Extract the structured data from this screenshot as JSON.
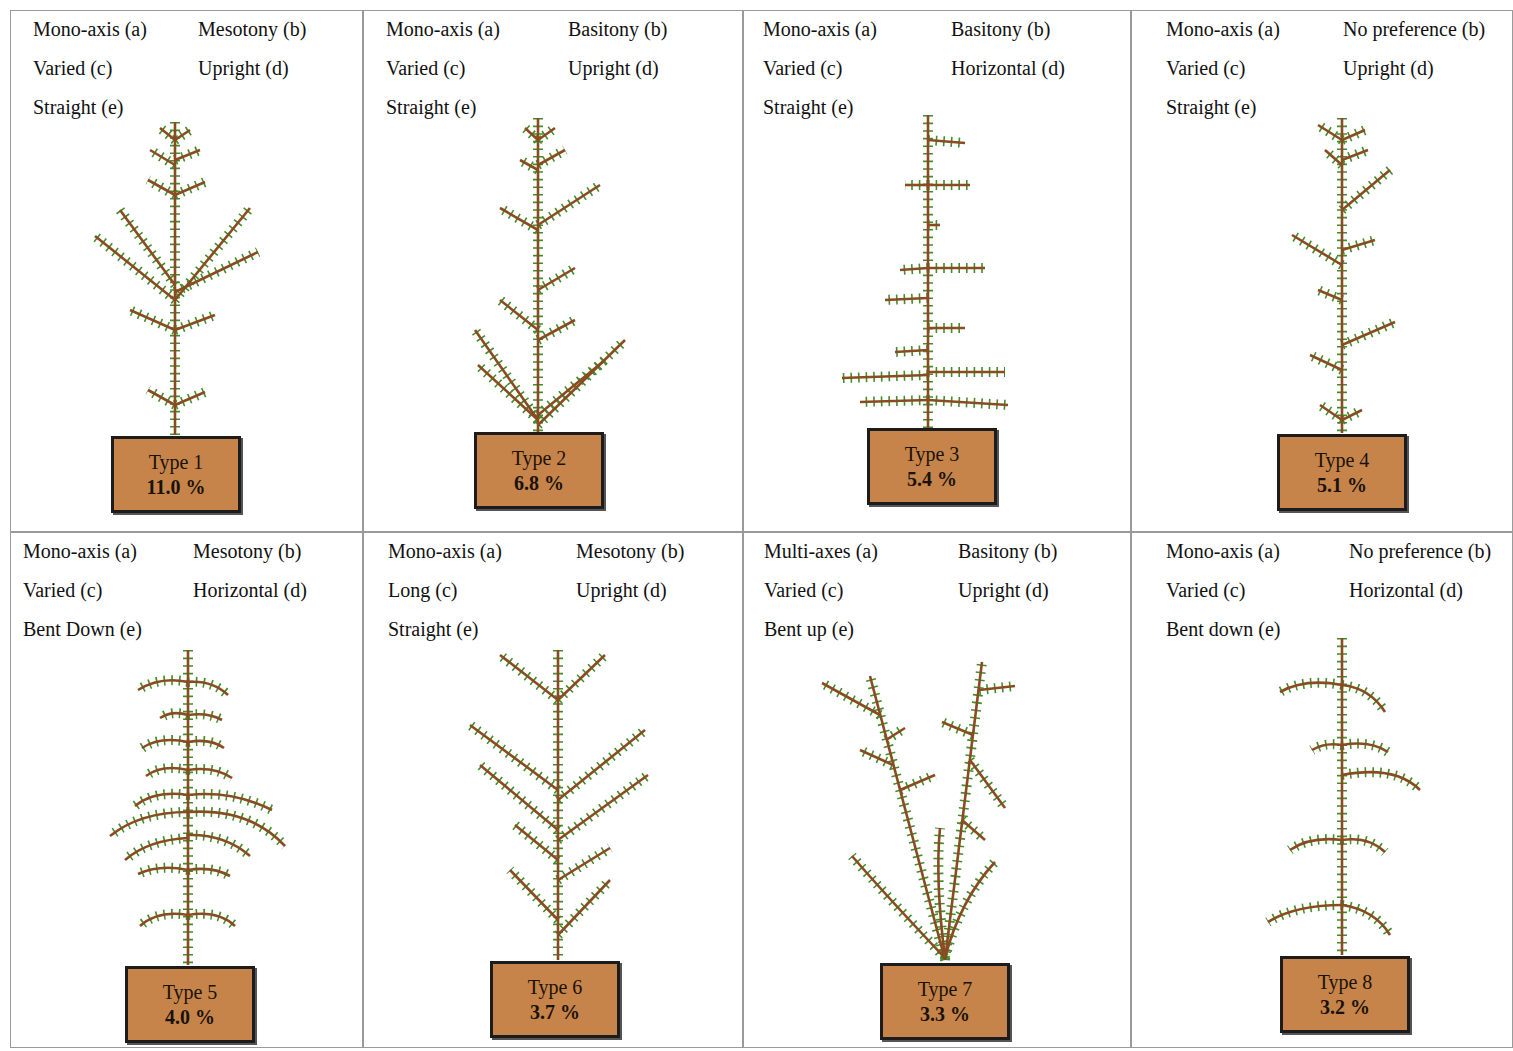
{
  "diagram": {
    "nodes": [
      {
        "text": [
          "Mono-axis (a)",
          "Mesotony (b)",
          "Varied (c)",
          "Upright (d)",
          "Straight (e)"
        ]
      },
      {
        "text": [
          "Type 1",
          "11.0 %"
        ],
        "in": 0
      },
      {
        "text": [
          "Mono-axis (a)",
          "Basitony (b)",
          "Varied (c)",
          "Upright (d)",
          "Straight (e)"
        ]
      },
      {
        "text": [
          "Type 2",
          "6.8 %"
        ],
        "in": 2
      },
      {
        "text": [
          "Mono-axis (a)",
          "Basitony (b)",
          "Varied (c)",
          "Horizontal (d)",
          "Straight (e)"
        ]
      },
      {
        "text": [
          "Type 3",
          "5.4 %"
        ],
        "in": 4
      },
      {
        "text": [
          "Mono-axis (a)",
          "No preference (b)",
          "Varied (c)",
          "Upright (d)",
          "Straight (e)"
        ]
      },
      {
        "text": [
          "Type 4",
          "5.1 %"
        ],
        "in": 6
      },
      {
        "text": [
          "Mono-axis (a)",
          "Mesotony (b)",
          "Varied (c)",
          "Horizontal (d)",
          "Bent Down (e)"
        ]
      },
      {
        "text": [
          "Type 5",
          "4.0 %"
        ],
        "in": 8
      },
      {
        "text": [
          "Mono-axis (a)",
          "Mesotony (b)",
          "Long (c)",
          "Upright (d)",
          "Straight (e)"
        ]
      },
      {
        "text": [
          "Type 6",
          "3.7 %"
        ],
        "in": 10
      },
      {
        "text": [
          "Multi-axes (a)",
          "Basitony (b)",
          "Varied (c)",
          "Upright (d)",
          "Bent up (e)"
        ]
      },
      {
        "text": [
          "Type 7",
          "3.3 %"
        ],
        "in": 12
      },
      {
        "text": [
          "Mono-axis (a)",
          "No preference (b)",
          "Varied (c)",
          "Horizontal (d)",
          "Bent down (e)"
        ]
      },
      {
        "text": [
          "Type 8",
          "3.2 %"
        ],
        "in": 14
      }
    ]
  }
}
